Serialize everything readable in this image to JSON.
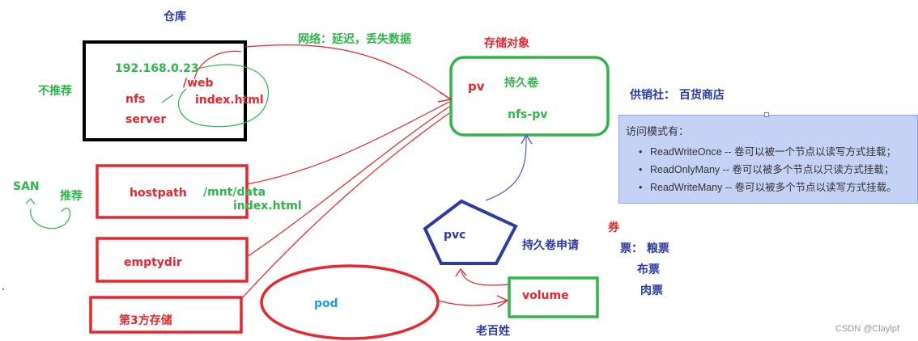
{
  "warehouse": {
    "title": "仓库",
    "ip": "192.168.0.23",
    "nfs_line1": "nfs",
    "nfs_line2": "server",
    "web_path": "/web",
    "web_file": "index.html",
    "not_recommended": "不推荐"
  },
  "network_note": "网络：延迟，丢失数据",
  "storage_object_label": "存储对象",
  "pv": {
    "name": "pv",
    "label": "持久卷",
    "instance": "nfs-pv"
  },
  "supplier": {
    "title": "供销社： 百货商店",
    "modes_heading": "访问模式有：",
    "modes": [
      "ReadWriteOnce -- 卷可以被一个节点以读写方式挂载；",
      "ReadOnlyMany -- 卷可以被多个节点以只读方式挂载；",
      "ReadWriteMany -- 卷可以被多个节点以读写方式挂载。"
    ]
  },
  "san": {
    "label": "SAN",
    "recommended": "推荐"
  },
  "hostpath": {
    "name": "hostpath",
    "path": "/mnt/data",
    "file": "index.html"
  },
  "emptydir": {
    "name": "emptydir"
  },
  "third_party": {
    "name": "第3方存储"
  },
  "pvc": {
    "name": "pvc",
    "label": "持久卷申请"
  },
  "ticket": {
    "title": "券",
    "line1": "票： 粮票",
    "line2": "布票",
    "line3": "肉票"
  },
  "pod": {
    "name": "pod"
  },
  "volume": {
    "name": "volume",
    "caption": "老百姓"
  },
  "watermark": "CSDN @Claylpf",
  "colors": {
    "red": "#e8262d",
    "green": "#2fb54a",
    "black": "#000000",
    "navy": "#2b3aa5",
    "blue_line": "#4a5fd0",
    "cyan": "#1aa0e0",
    "panel_bg": "#c5d2f5"
  }
}
